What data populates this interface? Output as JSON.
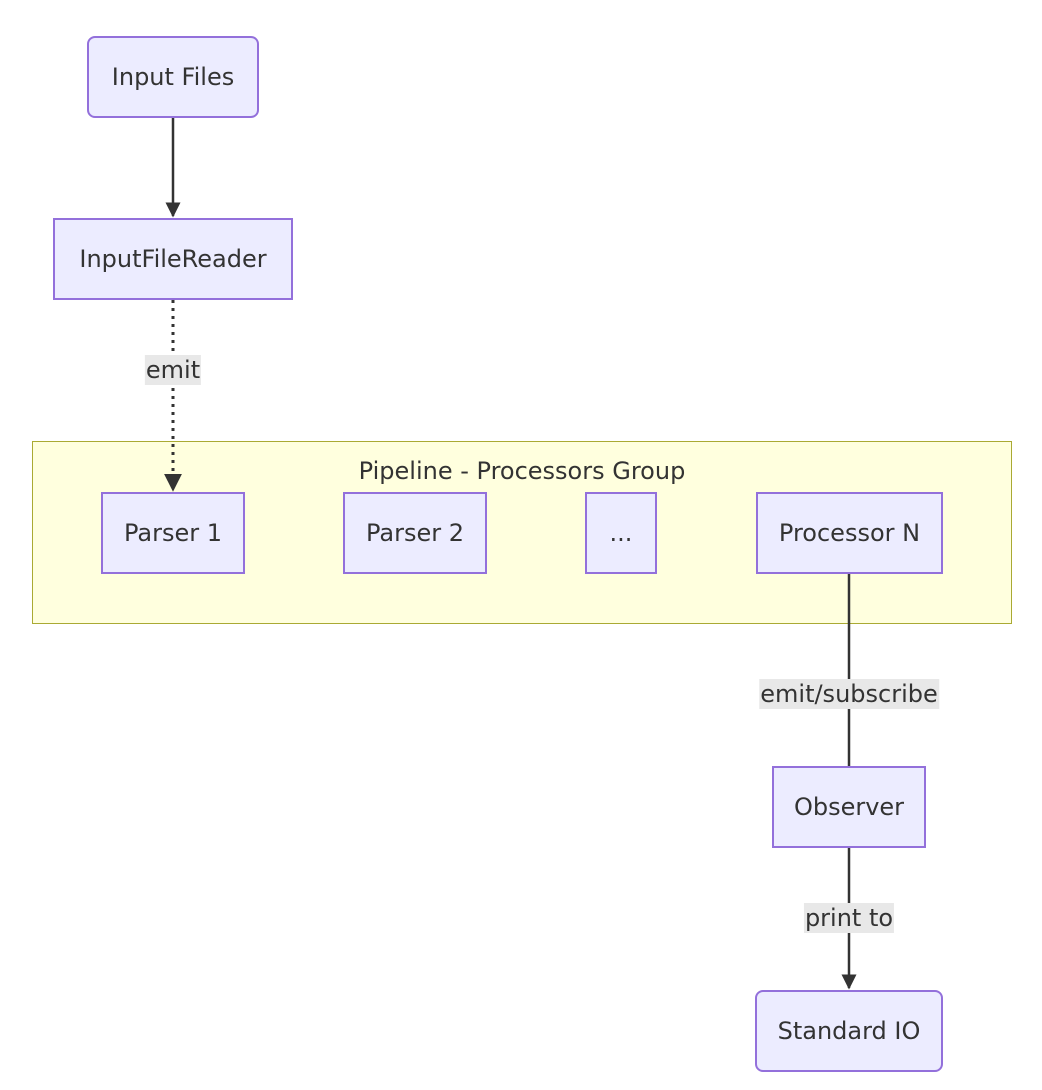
{
  "nodes": {
    "input_files": "Input Files",
    "input_file_reader": "InputFileReader",
    "parser_1": "Parser 1",
    "parser_2": "Parser 2",
    "ellipsis": "...",
    "processor_n": "Processor N",
    "observer": "Observer",
    "standard_io": "Standard IO"
  },
  "cluster": {
    "title": "Pipeline - Processors Group"
  },
  "edges": {
    "reader_to_parser": "emit",
    "processor_to_observer": "emit/subscribe",
    "observer_to_stdio": "print to"
  },
  "colors": {
    "node_fill": "#ececff",
    "node_border": "#9370db",
    "cluster_fill": "#ffffde",
    "cluster_border": "#aaaa33",
    "edge": "#333333",
    "edge_label_bg": "#e8e8e8"
  }
}
